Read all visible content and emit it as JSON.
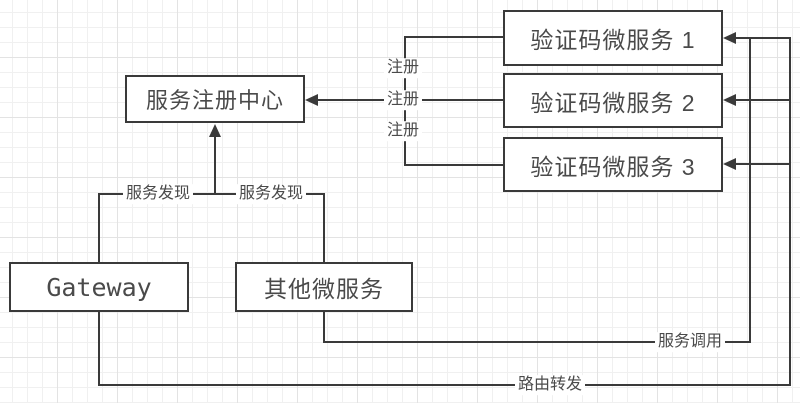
{
  "nodes": {
    "registry": {
      "label": "服务注册中心"
    },
    "svc1": {
      "label": "验证码微服务 1"
    },
    "svc2": {
      "label": "验证码微服务 2"
    },
    "svc3": {
      "label": "验证码微服务 3"
    },
    "gateway": {
      "label": "Gateway"
    },
    "other": {
      "label": "其他微服务"
    }
  },
  "labels": {
    "register1": "注册",
    "register2": "注册",
    "register3": "注册",
    "discovery1": "服务发现",
    "discovery2": "服务发现",
    "invoke": "服务调用",
    "route": "路由转发"
  },
  "colors": {
    "line": "#3a3a3a",
    "text": "#4a4a4a",
    "grid_minor": "#f0f0f0",
    "grid_major": "#e3e3e3",
    "background": "#ffffff"
  }
}
